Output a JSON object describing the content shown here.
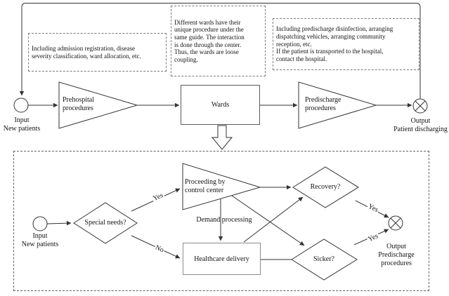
{
  "figure": {
    "type": "flowchart",
    "description_colors": {
      "line": "#333333",
      "dashed_border": "#7a7a7a",
      "wards_border": "#5a5a5a",
      "healthcare_border": "#8c8c8c",
      "background": "#ffffff"
    }
  },
  "annotations": {
    "prehospital_note": "Including admission registration, disease\nseverity classification, ward allocation, etc.",
    "wards_note": "Different wards have their\nunique procedure under the\nsame guide. The interaction\nis done through the center.\nThus, the wards are loose\ncoupling.",
    "predischarge_note": "Including predischarge disinfection, arranging\ndispatching vehicles, arranging community\nreception, etc.\nIf the patient is transported to the hospital,\ncontact the hospital."
  },
  "top_flow": {
    "input_label": "Input\nNew patients",
    "prehospital_label": "Prehospital\nprocedures",
    "wards_label": "Wards",
    "predischarge_label": "Predischarge\nprocedures",
    "output_label": "Output\nPatient discharging"
  },
  "sub_flow": {
    "input_label": "Input\nNew patients",
    "special_needs_label": "Special needs?",
    "yes_label": "Yes",
    "no_label": "No",
    "proceeding_label": "Proceeding by\ncontrol center",
    "demand_label": "Demand processing",
    "healthcare_label": "Healthcare delivery",
    "recovery_label": "Recovery?",
    "sicker_label": "Sicker?",
    "recovery_yes_label": "Yes",
    "sicker_yes_label": "Yes",
    "output_label": "Output\nPredischarge\nprocedures"
  }
}
